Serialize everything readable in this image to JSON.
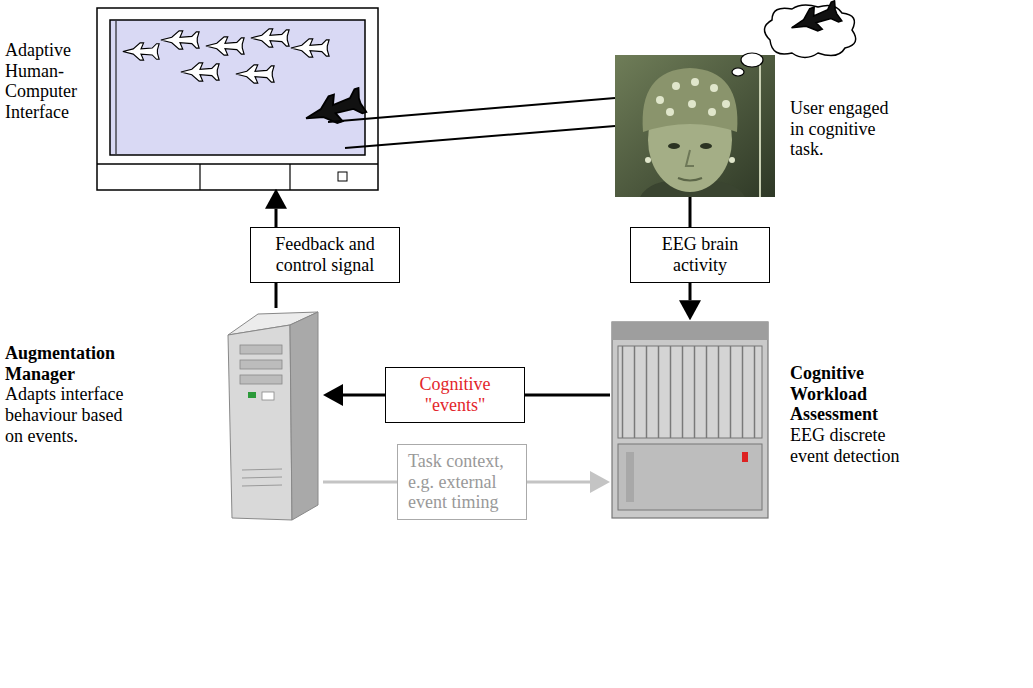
{
  "diagram": {
    "nodes": [
      {
        "text": [
          "Adaptive Human-Computer Interface"
        ]
      },
      {
        "text": [
          "User engaged in cognitive task."
        ]
      },
      {
        "text": [
          "Feedback and control signal"
        ]
      },
      {
        "text": [
          "EEG brain activity"
        ]
      },
      {
        "text": [
          "Augmentation Manager",
          "Adapts interface behaviour based on events."
        ]
      },
      {
        "text": [
          "Cognitive \"events\""
        ]
      },
      {
        "text": [
          "Cognitive Workload Assessment",
          "EEG discrete event detection"
        ]
      },
      {
        "text": [
          "Task context, e.g. external event timing"
        ]
      }
    ],
    "edges": [
      {
        "from": 0,
        "to": 1,
        "arrow": "none"
      },
      {
        "from": 0,
        "to": 1,
        "arrow": "none"
      },
      {
        "from": 4,
        "to": 2,
        "arrow": "none"
      },
      {
        "from": 2,
        "to": 0,
        "arrow": "to"
      },
      {
        "from": 1,
        "to": 3,
        "arrow": "none"
      },
      {
        "from": 3,
        "to": 6,
        "arrow": "to"
      },
      {
        "from": 6,
        "to": 5,
        "arrow": "none"
      },
      {
        "from": 5,
        "to": 4,
        "arrow": "to"
      },
      {
        "from": 4,
        "to": 7,
        "arrow": "none"
      },
      {
        "from": 7,
        "to": 6,
        "arrow": "to"
      }
    ]
  }
}
